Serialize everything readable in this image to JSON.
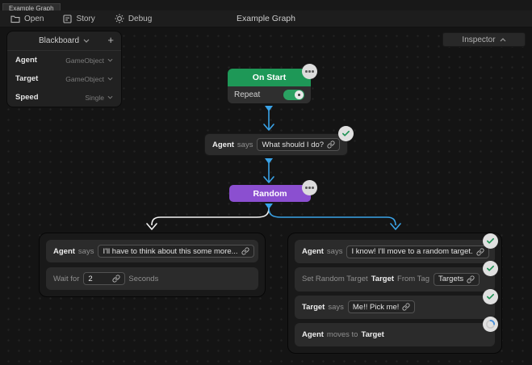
{
  "window": {
    "tab": "Example Graph",
    "title": "Example Graph"
  },
  "toolbar": {
    "open": "Open",
    "story": "Story",
    "debug": "Debug"
  },
  "blackboard": {
    "title": "Blackboard",
    "add_label": "+",
    "variables": [
      {
        "name": "Agent",
        "type": "GameObject"
      },
      {
        "name": "Target",
        "type": "GameObject"
      },
      {
        "name": "Speed",
        "type": "Single"
      }
    ]
  },
  "inspector": {
    "label": "Inspector"
  },
  "nodes": {
    "on_start": {
      "title": "On Start",
      "repeat_label": "Repeat"
    },
    "say_what": {
      "subject": "Agent",
      "verb": "says",
      "value": "What should I do?"
    },
    "random": {
      "title": "Random"
    },
    "left": {
      "say": {
        "subject": "Agent",
        "verb": "says",
        "value": "I'll have to think about this some more..."
      },
      "wait": {
        "prefix": "Wait for",
        "value": "2",
        "suffix": "Seconds"
      }
    },
    "right": {
      "say_know": {
        "subject": "Agent",
        "verb": "says",
        "value": "I know! I'll move to a random target."
      },
      "set_random": {
        "prefix": "Set Random Target",
        "target": "Target",
        "middle": "From Tag",
        "value": "Targets"
      },
      "say_pick": {
        "subject": "Target",
        "verb": "says",
        "value": "Me!! Pick me!"
      },
      "move": {
        "subject": "Agent",
        "verb": "moves to",
        "object": "Target"
      }
    }
  },
  "colors": {
    "on_start_green": "#1e9857",
    "toggle_green": "#2aa162",
    "random_purple": "#8b4fd0",
    "edge_blue": "#3aa3e8",
    "edge_white": "#f2f2f2",
    "check_green": "#1f9254",
    "spinner_blue": "#4a90d9",
    "node_bg": "#2b2b2b",
    "canvas_bg": "#141414"
  }
}
